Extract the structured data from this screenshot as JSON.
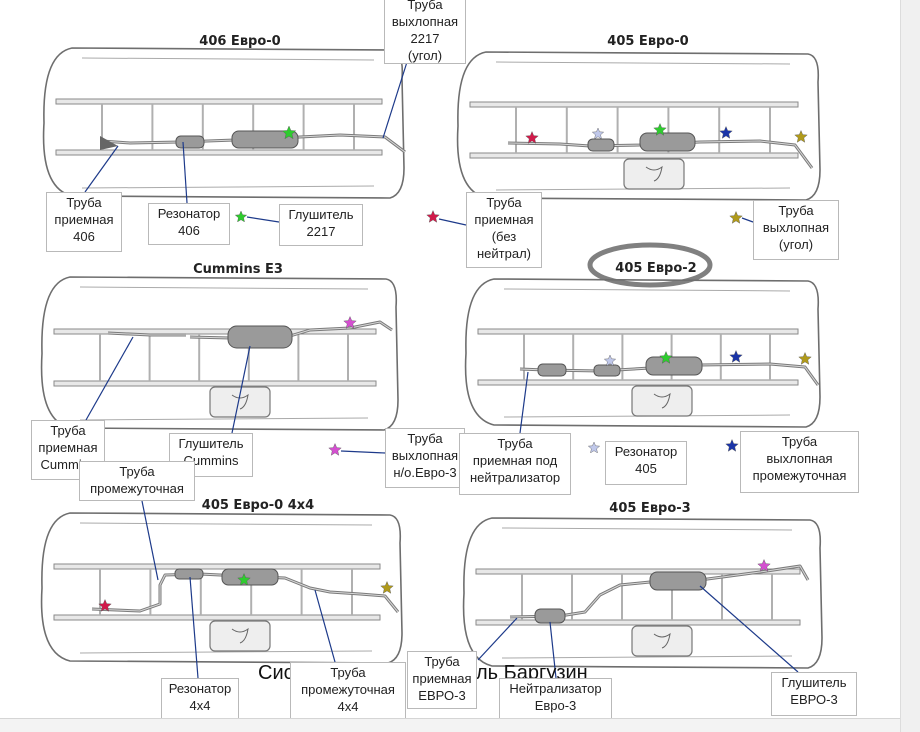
{
  "caption": {
    "left": "Сис",
    "right": "ль   Баргузин"
  },
  "titles": [
    {
      "id": "t-406-euro0",
      "text": "406 Евро-0"
    },
    {
      "id": "t-405-euro0",
      "text": "405 Евро-0"
    },
    {
      "id": "t-cummins",
      "text": "Cummins E3"
    },
    {
      "id": "t-405-euro2",
      "text": "405 Евро-2"
    },
    {
      "id": "t-405-euro0-4x4",
      "text": "405 Евро-0 4х4"
    },
    {
      "id": "t-405-euro3",
      "text": "405 Евро-3"
    }
  ],
  "callouts": [
    {
      "id": "c-exhaust-2217",
      "lines": [
        "Труба",
        "выхлопная",
        "2217",
        "(угол)"
      ]
    },
    {
      "id": "c-intake-406",
      "lines": [
        "Труба",
        "приемная",
        "406"
      ]
    },
    {
      "id": "c-resonator-406",
      "lines": [
        "Резонатор",
        "406"
      ]
    },
    {
      "id": "c-muffler-2217",
      "lines": [
        "Глушитель",
        "2217"
      ]
    },
    {
      "id": "c-intake-no-neutral",
      "lines": [
        "Труба",
        "приемная",
        "(без",
        "нейтрал)"
      ]
    },
    {
      "id": "c-exhaust-angle",
      "lines": [
        "Труба",
        "выхлопная",
        "(угол)"
      ]
    },
    {
      "id": "c-intake-cummins",
      "lines": [
        "Труба",
        "приемная",
        "Cummins"
      ]
    },
    {
      "id": "c-muffler-cummins",
      "lines": [
        "Глушитель",
        "Cummins"
      ]
    },
    {
      "id": "c-exhaust-no-euro3",
      "lines": [
        "Труба",
        "выхлопная",
        "н/о.Евро-3"
      ]
    },
    {
      "id": "c-intake-neutralizer",
      "lines": [
        "Труба",
        "приемная под",
        "нейтрализатор"
      ]
    },
    {
      "id": "c-resonator-405",
      "lines": [
        "Резонатор",
        "405"
      ]
    },
    {
      "id": "c-exhaust-intermediate",
      "lines": [
        "Труба",
        "выхлопная",
        "промежуточная"
      ]
    },
    {
      "id": "c-intermediate",
      "lines": [
        "Труба",
        "промежуточная"
      ]
    },
    {
      "id": "c-resonator-4x4",
      "lines": [
        "Резонатор",
        "4х4"
      ]
    },
    {
      "id": "c-intermediate-4x4",
      "lines": [
        "Труба",
        "промежуточная",
        "4х4"
      ]
    },
    {
      "id": "c-intake-euro3",
      "lines": [
        "Труба",
        "приемная",
        "ЕВРО-3"
      ]
    },
    {
      "id": "c-neutralizer-euro3",
      "lines": [
        "Нейтрализатор",
        "Евро-3"
      ]
    },
    {
      "id": "c-muffler-euro3",
      "lines": [
        "Глушитель",
        "ЕВРО-3"
      ]
    }
  ],
  "colors": {
    "outline": "#6e6e6e",
    "frame": "#8a8a8a",
    "pipe": "#7b7b7b",
    "muffler": "#9a9a9a",
    "leader": "#1d3a8a",
    "star_green": "#2ecc2e",
    "star_red": "#d11a4a",
    "star_lavender": "#c0c8ea",
    "star_blue": "#1a34a8",
    "star_olive": "#b09a1a",
    "star_magenta": "#d44fd0",
    "highlight": "#808080"
  }
}
